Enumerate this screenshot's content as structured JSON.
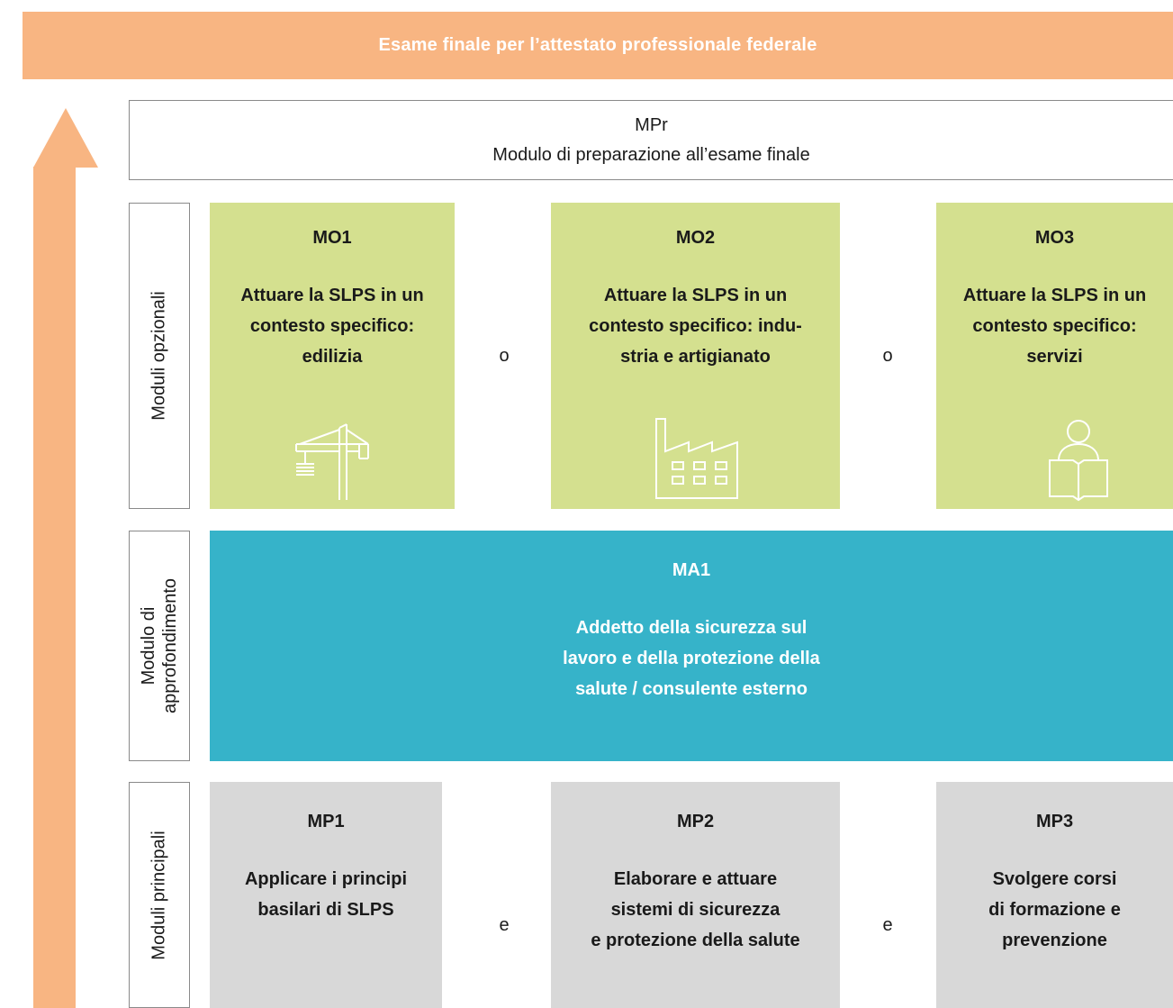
{
  "banner": {
    "title": "Esame finale per l’attestato professionale federale"
  },
  "preparation": {
    "code": "MPr",
    "title": "Modulo di preparazione all’esame finale"
  },
  "side_labels": {
    "optional": "Moduli opzionali",
    "advanced_line1": "Modulo di",
    "advanced_line2": "approfondimento",
    "main": "Moduli principali"
  },
  "optional_modules": [
    {
      "code": "MO1",
      "line1": "Attuare la SLPS in un",
      "line2": "contesto specifico:",
      "line3": "edilizia",
      "icon": "construction-crane-icon"
    },
    {
      "code": "MO2",
      "line1": "Attuare la SLPS in un",
      "line2": "contesto specifico: indu-",
      "line3": "stria e artigianato",
      "icon": "factory-icon"
    },
    {
      "code": "MO3",
      "line1": "Attuare la SLPS in un",
      "line2": "contesto specifico:",
      "line3": "servizi",
      "icon": "person-reading-icon"
    }
  ],
  "optional_connector": "o",
  "advanced_module": {
    "code": "MA1",
    "line1": "Addetto della sicurezza sul",
    "line2": "lavoro e della protezione della",
    "line3": "salute / consulente esterno"
  },
  "main_modules": [
    {
      "code": "MP1",
      "line1": "Applicare i principi",
      "line2": "basilari di SLPS",
      "line3": ""
    },
    {
      "code": "MP2",
      "line1": "Elaborare e attuare",
      "line2": "sistemi di sicurezza",
      "line3": "e protezione della salute"
    },
    {
      "code": "MP3",
      "line1": "Svolgere corsi",
      "line2": "di formazione e",
      "line3": "prevenzione"
    }
  ],
  "main_connector": "e",
  "colors": {
    "orange": "#f8b582",
    "green": "#d4e08f",
    "teal": "#36b3c9",
    "grey": "#d8d8d8"
  }
}
